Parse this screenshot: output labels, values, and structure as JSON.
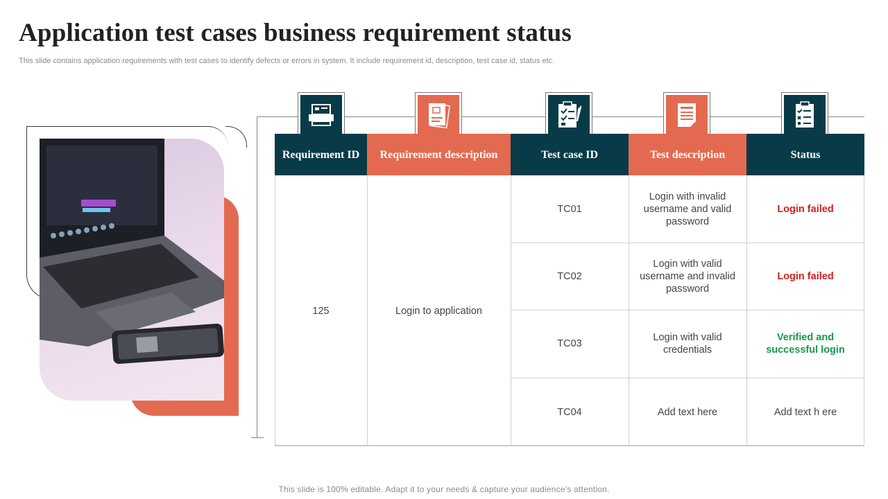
{
  "header": {
    "title": "Application test cases business requirement status",
    "subtitle": "This slide contains application requirements with test cases to identify defects or errors in system. It include requirement id, description, test case id, status etc."
  },
  "icons": [
    "printer-icon",
    "document-stack-icon",
    "checklist-clipboard-icon",
    "report-document-icon",
    "task-list-clipboard-icon"
  ],
  "table": {
    "columns": [
      "Requirement ID",
      "Requirement description",
      "Test case ID",
      "Test description",
      "Status"
    ],
    "requirement": {
      "id": "125",
      "description": "Login to application"
    },
    "rows": [
      {
        "test_case_id": "TC01",
        "test_description": "Login with invalid username and valid password",
        "status": "Login failed"
      },
      {
        "test_case_id": "TC02",
        "test_description": "Login with valid username and invalid password",
        "status": "Login failed"
      },
      {
        "test_case_id": "TC03",
        "test_description": "Login with valid credentials",
        "status": "Verified and successful login"
      },
      {
        "test_case_id": "TC04",
        "test_description": "Add text here",
        "status": "Add text h ere"
      }
    ]
  },
  "colors": {
    "dark_teal": "#083b47",
    "orange": "#e36a50",
    "fail_red": "#d11f1f",
    "success_green": "#1a9a4a"
  },
  "footer": {
    "note": "This slide is 100% editable. Adapt it to your needs & capture your audience’s attention."
  }
}
